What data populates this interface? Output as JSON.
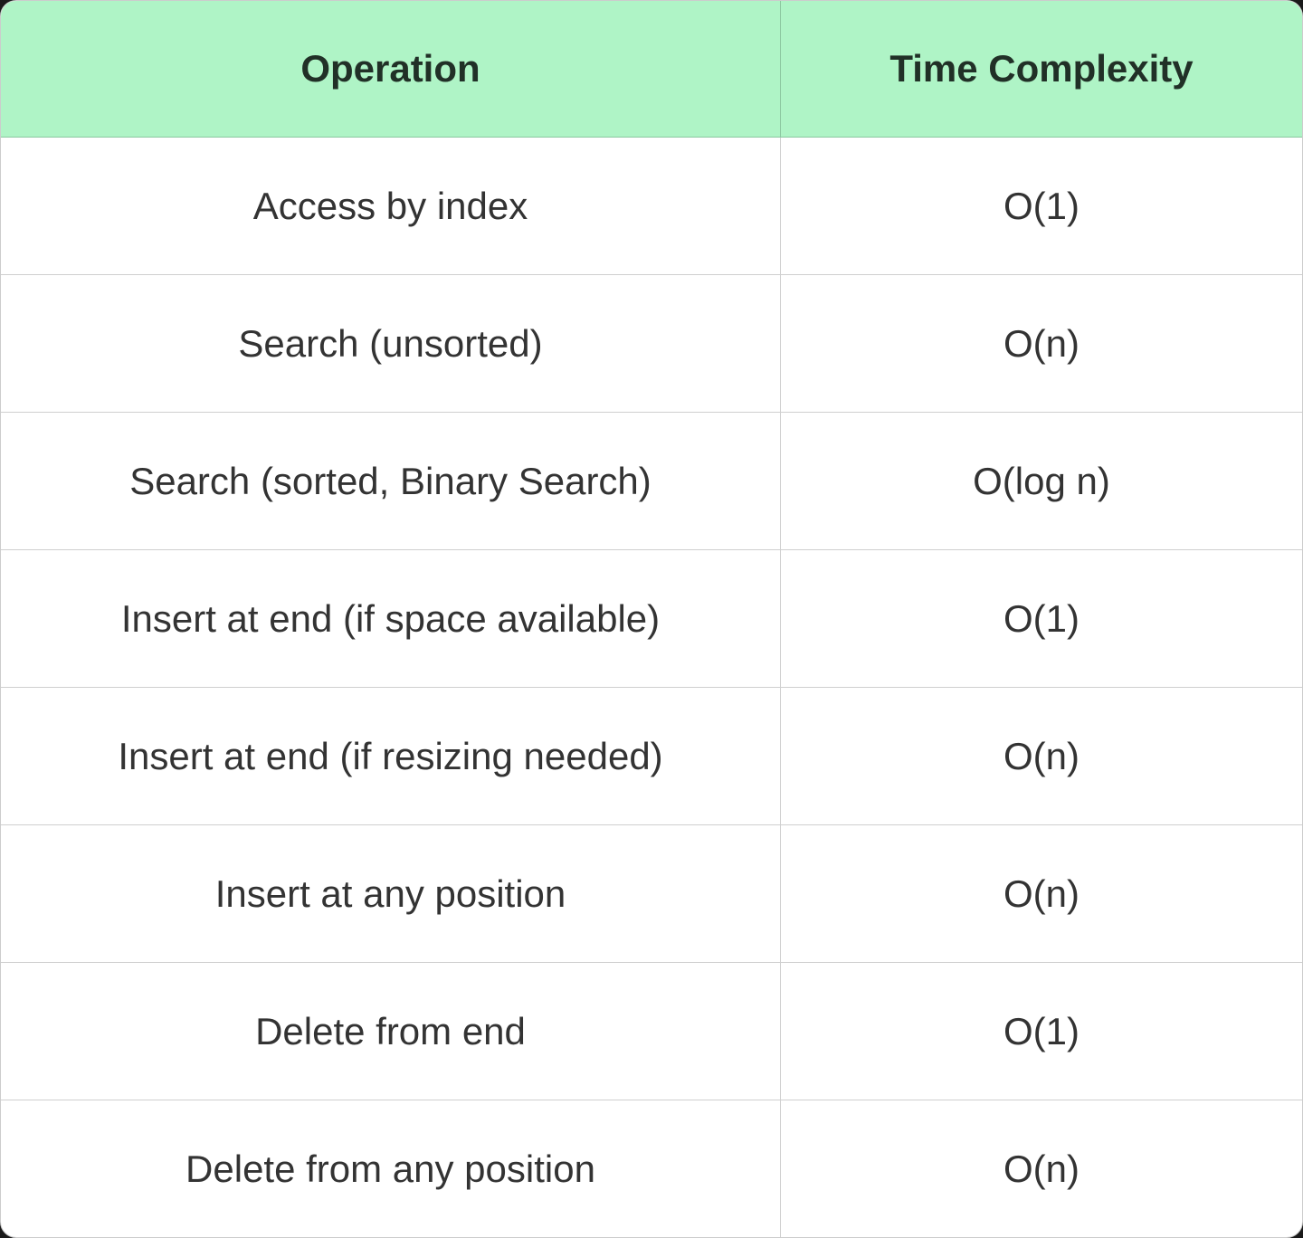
{
  "table": {
    "headers": [
      "Operation",
      "Time Complexity"
    ],
    "rows": [
      {
        "operation": "Access by index",
        "complexity": "O(1)"
      },
      {
        "operation": "Search (unsorted)",
        "complexity": "O(n)"
      },
      {
        "operation": "Search (sorted, Binary Search)",
        "complexity": "O(log n)"
      },
      {
        "operation": "Insert at end (if space available)",
        "complexity": "O(1)"
      },
      {
        "operation": "Insert at end (if resizing needed)",
        "complexity": "O(n)"
      },
      {
        "operation": "Insert at any position",
        "complexity": "O(n)"
      },
      {
        "operation": "Delete from end",
        "complexity": "O(1)"
      },
      {
        "operation": "Delete from any position",
        "complexity": "O(n)"
      }
    ]
  },
  "colors": {
    "header_bg": "#aff4c6",
    "header_text": "#213027",
    "body_text": "#333333",
    "grid_line": "#cfcfcf"
  }
}
